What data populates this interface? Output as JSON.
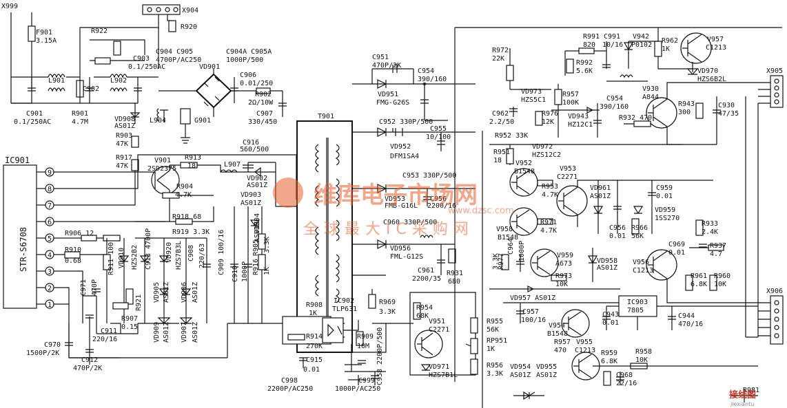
{
  "header": {
    "top_left": "X999"
  },
  "connectors": [
    {
      "ref": "X904",
      "name": "x904"
    },
    {
      "ref": "X905",
      "name": "x905"
    },
    {
      "ref": "X906",
      "name": "x906"
    }
  ],
  "ic901": {
    "ref": "IC901",
    "part": "STR-S6708",
    "pins": [
      "9",
      "8",
      "7",
      "6",
      "5",
      "4",
      "3",
      "2",
      "1"
    ]
  },
  "labels": [
    {
      "id": "f901a",
      "t": "F901"
    },
    {
      "id": "f901b",
      "t": "3.15A"
    },
    {
      "id": "r922",
      "t": "R922"
    },
    {
      "id": "r920",
      "t": "R920"
    },
    {
      "id": "c903a",
      "t": "C903"
    },
    {
      "id": "c903b",
      "t": "0.1/250AC"
    },
    {
      "id": "c904a",
      "t": "C904 C905"
    },
    {
      "id": "c904b",
      "t": "4700P/AC250"
    },
    {
      "id": "c904c",
      "t": "C904A C905A"
    },
    {
      "id": "c904d",
      "t": "1000P/500"
    },
    {
      "id": "l901",
      "t": "L901"
    },
    {
      "id": "l902",
      "t": "L902"
    },
    {
      "id": "c902",
      "t": "C902"
    },
    {
      "id": "vd901",
      "t": "VD901"
    },
    {
      "id": "c906a",
      "t": "C906"
    },
    {
      "id": "c906b",
      "t": "0.01/250"
    },
    {
      "id": "r902a",
      "t": "R902"
    },
    {
      "id": "r902b",
      "t": "2Ω/10W"
    },
    {
      "id": "c907a",
      "t": "C907"
    },
    {
      "id": "c907b",
      "t": "330/450"
    },
    {
      "id": "c901a",
      "t": "C901"
    },
    {
      "id": "c901b",
      "t": "0.1/250AC"
    },
    {
      "id": "r901a",
      "t": "R901"
    },
    {
      "id": "r901b",
      "t": "4.7M"
    },
    {
      "id": "l904",
      "t": "L904"
    },
    {
      "id": "g901",
      "t": "G901"
    },
    {
      "id": "vd908a",
      "t": "VD908"
    },
    {
      "id": "vd908b",
      "t": "AS01Z"
    },
    {
      "id": "r903a",
      "t": "R903"
    },
    {
      "id": "r903b",
      "t": "47K"
    },
    {
      "id": "r917a",
      "t": "R917"
    },
    {
      "id": "r917b",
      "t": "47K"
    },
    {
      "id": "v901a",
      "t": "V901"
    },
    {
      "id": "v901b",
      "t": "2SD2375"
    },
    {
      "id": "r913a",
      "t": "R913"
    },
    {
      "id": "r913b",
      "t": "18"
    },
    {
      "id": "l907",
      "t": "L907"
    },
    {
      "id": "c916a",
      "t": "C916"
    },
    {
      "id": "c916b",
      "t": "560/500"
    },
    {
      "id": "vd902a",
      "t": "VD902"
    },
    {
      "id": "vd902b",
      "t": "AS01Z"
    },
    {
      "id": "r904a",
      "t": "R904"
    },
    {
      "id": "r904b",
      "t": "4.7K"
    },
    {
      "id": "vd903a",
      "t": "VD903"
    },
    {
      "id": "vd903b",
      "t": "AS01Z"
    },
    {
      "id": "r918",
      "t": "R918 68"
    },
    {
      "id": "r919",
      "t": "R919 3.3K"
    },
    {
      "id": "vd904a",
      "t": "VD904"
    },
    {
      "id": "vd904b",
      "t": "AS01Z"
    },
    {
      "id": "r906",
      "t": "R906 12"
    },
    {
      "id": "r910a",
      "t": "R910"
    },
    {
      "id": "r910b",
      "t": "0.68"
    },
    {
      "id": "r911",
      "t": "R911 100"
    },
    {
      "id": "vd910a",
      "t": "VD910"
    },
    {
      "id": "vd910b",
      "t": "HZS2B2"
    },
    {
      "id": "c913",
      "t": "C913 4700P"
    },
    {
      "id": "vd920a",
      "t": "VD920"
    },
    {
      "id": "vd920b",
      "t": "HZS7B3L"
    },
    {
      "id": "c908a",
      "t": "C908"
    },
    {
      "id": "c908b",
      "t": "220/63"
    },
    {
      "id": "c909",
      "t": "C909 100/16"
    },
    {
      "id": "c910a",
      "t": "C910"
    },
    {
      "id": "c910b",
      "t": "1000P"
    },
    {
      "id": "r905a",
      "t": "R905"
    },
    {
      "id": "r905b",
      "t": "3.3K"
    },
    {
      "id": "r916a",
      "t": "R916"
    },
    {
      "id": "r916b",
      "t": "1K"
    },
    {
      "id": "c971a",
      "t": "C971"
    },
    {
      "id": "c971b",
      "t": "470P"
    },
    {
      "id": "r921",
      "t": "R921"
    },
    {
      "id": "vd905a",
      "t": "VD905"
    },
    {
      "id": "vd905b",
      "t": "AS01Z"
    },
    {
      "id": "vd906a",
      "t": "VD906"
    },
    {
      "id": "vd906b",
      "t": "AS01Z"
    },
    {
      "id": "c911a",
      "t": "C911"
    },
    {
      "id": "c911b",
      "t": "220/16"
    },
    {
      "id": "r907a",
      "t": "R907"
    },
    {
      "id": "r907b",
      "t": "0.15"
    },
    {
      "id": "vd909a",
      "t": "VD909"
    },
    {
      "id": "vd909b",
      "t": "AS01Z"
    },
    {
      "id": "vd907a",
      "t": "VD907"
    },
    {
      "id": "vd907b",
      "t": "AS01Z"
    },
    {
      "id": "c970a",
      "t": "C970"
    },
    {
      "id": "c970b",
      "t": "1500P/2K"
    },
    {
      "id": "c912a",
      "t": "C912"
    },
    {
      "id": "c912b",
      "t": "470P/2K"
    },
    {
      "id": "t901",
      "t": "T901"
    },
    {
      "id": "r908a",
      "t": "R908"
    },
    {
      "id": "r908b",
      "t": "1K"
    },
    {
      "id": "ic902a",
      "t": "IC902"
    },
    {
      "id": "ic902b",
      "t": "TLP631"
    },
    {
      "id": "r914a",
      "t": "R914"
    },
    {
      "id": "r914b",
      "t": "270K"
    },
    {
      "id": "c915a",
      "t": "C915"
    },
    {
      "id": "c915b",
      "t": "0.01"
    },
    {
      "id": "c998a",
      "t": "C998"
    },
    {
      "id": "c998b",
      "t": "2200P/AC250"
    },
    {
      "id": "c999a",
      "t": "C999"
    },
    {
      "id": "c999b",
      "t": "1000P/AC250"
    },
    {
      "id": "r909a",
      "t": "R909"
    },
    {
      "id": "r909b",
      "t": "10M"
    },
    {
      "id": "c958",
      "t": "C958 2200P/500"
    },
    {
      "id": "c951a",
      "t": "C951"
    },
    {
      "id": "c951b",
      "t": "470P/2K"
    },
    {
      "id": "vd951a",
      "t": "VD951"
    },
    {
      "id": "vd951b",
      "t": "FMG-G26S"
    },
    {
      "id": "c954a",
      "t": "C954"
    },
    {
      "id": "c954b",
      "t": "390/160"
    },
    {
      "id": "c952",
      "t": "C952  330P/500"
    },
    {
      "id": "c955a",
      "t": "C955"
    },
    {
      "id": "c955b",
      "t": "10/100"
    },
    {
      "id": "vd952a",
      "t": "VD952"
    },
    {
      "id": "vd952b",
      "t": "DFM1SA4"
    },
    {
      "id": "c953",
      "t": "C953 330P/500"
    },
    {
      "id": "vd953a",
      "t": "VD953"
    },
    {
      "id": "vd953b",
      "t": "FMB-G16L"
    },
    {
      "id": "c956a",
      "t": "C956"
    },
    {
      "id": "c956b",
      "t": "2200/16"
    },
    {
      "id": "c960",
      "t": "C960 330P/500"
    },
    {
      "id": "vd956a",
      "t": "VD956"
    },
    {
      "id": "vd956b",
      "t": "FML-G12S"
    },
    {
      "id": "c961a",
      "t": "C961"
    },
    {
      "id": "c961b",
      "t": "2200/35"
    },
    {
      "id": "r931a",
      "t": "R931"
    },
    {
      "id": "r931b",
      "t": "680"
    },
    {
      "id": "r969a",
      "t": "R969"
    },
    {
      "id": "r969b",
      "t": "3.3K"
    },
    {
      "id": "r954a",
      "t": "R954"
    },
    {
      "id": "r954b",
      "t": "68K"
    },
    {
      "id": "v951a",
      "t": "V951"
    },
    {
      "id": "v951b",
      "t": "C2271"
    },
    {
      "id": "vd971a",
      "t": "VD971"
    },
    {
      "id": "vd971b",
      "t": "HZS7B1L"
    },
    {
      "id": "r955a",
      "t": "R955"
    },
    {
      "id": "r955b",
      "t": "56K"
    },
    {
      "id": "rp951a",
      "t": "RP951"
    },
    {
      "id": "rp951b",
      "t": "1K"
    },
    {
      "id": "r956a",
      "t": "R956"
    },
    {
      "id": "r956b",
      "t": "3.3K"
    },
    {
      "id": "r972a",
      "t": "R972"
    },
    {
      "id": "r972b",
      "t": "22K"
    },
    {
      "id": "vd973a",
      "t": "VD973"
    },
    {
      "id": "vd973b",
      "t": "HZS5C1"
    },
    {
      "id": "c962a",
      "t": "C962"
    },
    {
      "id": "c962b",
      "t": "2.2/50"
    },
    {
      "id": "r951a",
      "t": "R951"
    },
    {
      "id": "r951b",
      "t": "18"
    },
    {
      "id": "r952",
      "t": "R952  33K"
    },
    {
      "id": "vd972a",
      "t": "VD972"
    },
    {
      "id": "vd972b",
      "t": "HZS12C2"
    },
    {
      "id": "v952a",
      "t": "V952"
    },
    {
      "id": "v952b",
      "t": "B1548"
    },
    {
      "id": "r953a",
      "t": "R953"
    },
    {
      "id": "r953b",
      "t": "4.7K"
    },
    {
      "id": "v953a",
      "t": "V953"
    },
    {
      "id": "v953b",
      "t": "C2271"
    },
    {
      "id": "v958a",
      "t": "V958"
    },
    {
      "id": "v958b",
      "t": "B1548"
    },
    {
      "id": "r971a",
      "t": "R971"
    },
    {
      "id": "r971b",
      "t": "4.7K"
    },
    {
      "id": "r977a",
      "t": "R977"
    },
    {
      "id": "r977b",
      "t": "3.3K"
    },
    {
      "id": "c964a",
      "t": "C964"
    },
    {
      "id": "c964b",
      "t": "1000P"
    },
    {
      "id": "v959a",
      "t": "V959"
    },
    {
      "id": "v959b",
      "t": "A673"
    },
    {
      "id": "r973a",
      "t": "R973"
    },
    {
      "id": "r973b",
      "t": "10K"
    },
    {
      "id": "vd958a",
      "t": "VD958"
    },
    {
      "id": "vd958b",
      "t": "AS01Z"
    },
    {
      "id": "vd957",
      "t": "VD957 AS01Z"
    },
    {
      "id": "c957a",
      "t": "C957"
    },
    {
      "id": "c957b",
      "t": "100/16"
    },
    {
      "id": "v954a",
      "t": "V954"
    },
    {
      "id": "v954b",
      "t": "B1548"
    },
    {
      "id": "r957a",
      "t": "R957"
    },
    {
      "id": "r957b",
      "t": "470"
    },
    {
      "id": "v955a",
      "t": "V955"
    },
    {
      "id": "v955b",
      "t": "C1213"
    },
    {
      "id": "vd954a",
      "t": "VD954"
    },
    {
      "id": "vd954b",
      "t": "AS01Z"
    },
    {
      "id": "vd955a",
      "t": "VD955"
    },
    {
      "id": "vd955b",
      "t": "AS01Z"
    },
    {
      "id": "r959a",
      "t": "R959"
    },
    {
      "id": "r959b",
      "t": "6.8K"
    },
    {
      "id": "r958a",
      "t": "R958"
    },
    {
      "id": "r958b",
      "t": "10K"
    },
    {
      "id": "c968a",
      "t": "C968"
    },
    {
      "id": "c968b",
      "t": "22/16"
    },
    {
      "id": "c943a",
      "t": "C943"
    },
    {
      "id": "c943b",
      "t": "0.01"
    },
    {
      "id": "ic903a",
      "t": "IC903"
    },
    {
      "id": "ic903b",
      "t": "7805"
    },
    {
      "id": "c944a",
      "t": "C944"
    },
    {
      "id": "c944b",
      "t": "470/16"
    },
    {
      "id": "r981",
      "t": "R981"
    },
    {
      "id": "r991",
      "t": "R991"
    },
    {
      "id": "r991v",
      "t": "820"
    },
    {
      "id": "c991",
      "t": "C991"
    },
    {
      "id": "c991v",
      "t": "10/16"
    },
    {
      "id": "v942a",
      "t": "V942"
    },
    {
      "id": "v942b",
      "t": "P0102"
    },
    {
      "id": "r992a",
      "t": "R992"
    },
    {
      "id": "r992b",
      "t": "5.6K"
    },
    {
      "id": "r962a",
      "t": "R962"
    },
    {
      "id": "r962b",
      "t": "1K"
    },
    {
      "id": "v957a",
      "t": "V957"
    },
    {
      "id": "v957b",
      "t": "C1213"
    },
    {
      "id": "vd970",
      "t": "VD970"
    },
    {
      "id": "vd970b",
      "t": "HZS6B2L"
    },
    {
      "id": "r957ka",
      "t": "R957"
    },
    {
      "id": "r957kb",
      "t": "100K"
    },
    {
      "id": "r976a",
      "t": "R976"
    },
    {
      "id": "r976b",
      "t": "12K"
    },
    {
      "id": "vd943a",
      "t": "VD943"
    },
    {
      "id": "vd943b",
      "t": "HZ12C1"
    },
    {
      "id": "c954xa",
      "t": "C954"
    },
    {
      "id": "c954xb",
      "t": "390/160"
    },
    {
      "id": "v930a",
      "t": "V930"
    },
    {
      "id": "v930b",
      "t": "A844"
    },
    {
      "id": "r943a",
      "t": "R943"
    },
    {
      "id": "r943b",
      "t": "300"
    },
    {
      "id": "c930a",
      "t": "C930"
    },
    {
      "id": "c930b",
      "t": "47/35"
    },
    {
      "id": "r932",
      "t": "R932 470"
    },
    {
      "id": "vd961a",
      "t": "VD961"
    },
    {
      "id": "vd961b",
      "t": "AS01Z"
    },
    {
      "id": "c959a",
      "t": "C959"
    },
    {
      "id": "c959b",
      "t": "0.01"
    },
    {
      "id": "vd959a",
      "t": "VD959"
    },
    {
      "id": "vd959b",
      "t": "1SS270"
    },
    {
      "id": "c956xa",
      "t": "C956"
    },
    {
      "id": "c956xb",
      "t": "0.01"
    },
    {
      "id": "r966a",
      "t": "R966"
    },
    {
      "id": "r966b",
      "t": "56K"
    },
    {
      "id": "r933a",
      "t": "R933"
    },
    {
      "id": "r933b",
      "t": "2.4K"
    },
    {
      "id": "c969a",
      "t": "C969"
    },
    {
      "id": "c969b",
      "t": "0.01"
    },
    {
      "id": "r937a",
      "t": "R937"
    },
    {
      "id": "r937b",
      "t": "4.7"
    },
    {
      "id": "v956a",
      "t": "V956"
    },
    {
      "id": "v956b",
      "t": "C1213"
    },
    {
      "id": "r961a",
      "t": "R961"
    },
    {
      "id": "r961b",
      "t": "6.8K"
    },
    {
      "id": "r960a",
      "t": "R960"
    },
    {
      "id": "r960b",
      "t": "10K"
    }
  ],
  "watermark": {
    "brand": "维库电子市场网",
    "url": "www.dzsc.com",
    "slogan": "全球最大IC采购网",
    "bottom_right": "接线图",
    "bottom_right_url": "jiexiantu"
  }
}
